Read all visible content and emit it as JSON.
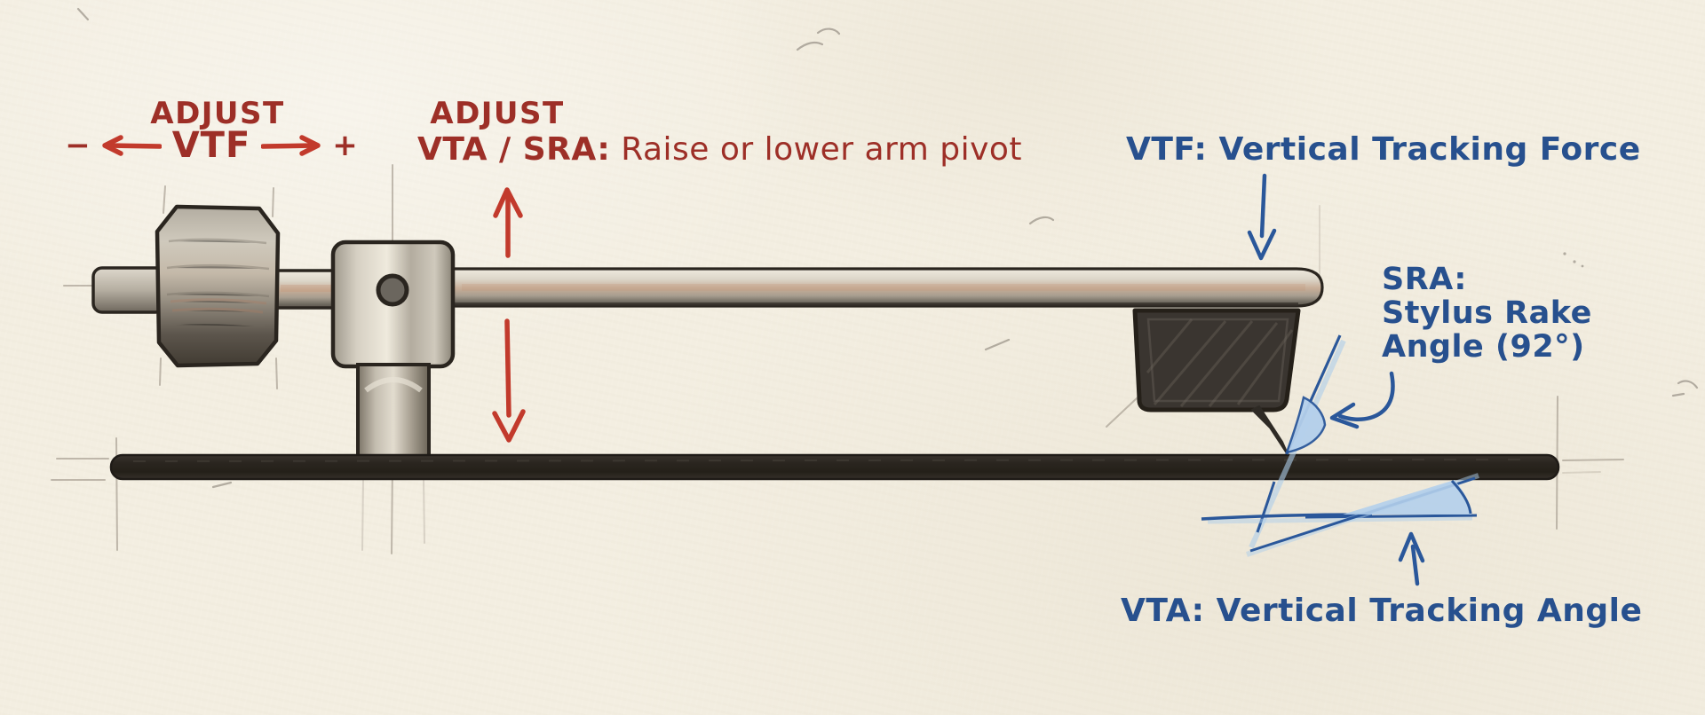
{
  "colors": {
    "paper": "#f3eee1",
    "red_text": "#9d2f27",
    "red_arrow": "#c23a2c",
    "blue_text": "#27508e",
    "blue_arrow": "#2a579a",
    "light_blue": "#aecdea",
    "pencil_dark": "#2e2a25"
  },
  "annotations": {
    "vtf_adjust": {
      "title": "ADJUST",
      "minus": "−",
      "label": "VTF",
      "plus": "+",
      "left_arrow_icon": "arrow-left",
      "right_arrow_icon": "arrow-right"
    },
    "vta_adjust": {
      "title": "ADJUST",
      "label_prefix": "VTA / SRA:",
      "label_text": " Raise or lower arm pivot",
      "up_arrow_icon": "arrow-up",
      "down_arrow_icon": "arrow-down"
    },
    "vtf_note": {
      "text": "VTF: Vertical Tracking Force",
      "arrow_icon": "arrow-down"
    },
    "sra_note": {
      "line1": "SRA:",
      "line2": "Stylus Rake",
      "line3": "Angle (92°)",
      "arrow_icon": "curved-arrow-left"
    },
    "vta_note": {
      "text": "VTA: Vertical Tracking Angle",
      "arrow_icon": "arrow-up"
    }
  },
  "diagram_parts": {
    "counterweight": "counterweight",
    "pivot_block": "pivot-block",
    "pivot_pillar": "pivot-pillar",
    "tonearm_tube": "tonearm-tube",
    "cartridge": "cartridge",
    "stylus": "stylus",
    "record_surface": "record-surface"
  }
}
